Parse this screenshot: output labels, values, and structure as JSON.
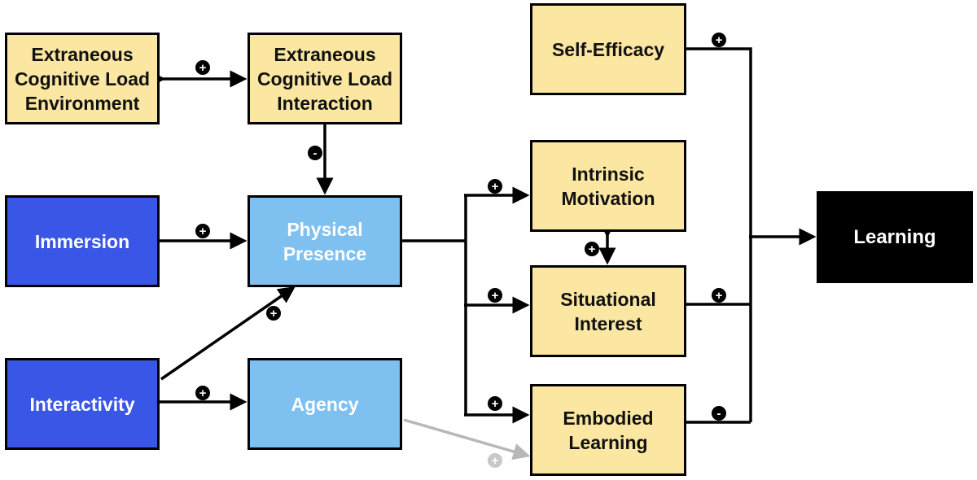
{
  "nodes": {
    "ecl_environment": "Extraneous\nCognitive Load\nEnvironment",
    "ecl_interaction": "Extraneous\nCognitive Load\nInteraction",
    "self_efficacy": "Self-Efficacy",
    "immersion": "Immersion",
    "physical_presence": "Physical\nPresence",
    "intrinsic_motivation": "Intrinsic\nMotivation",
    "situational_interest": "Situational\nInterest",
    "embodied_learning": "Embodied\nLearning",
    "learning": "Learning",
    "interactivity": "Interactivity",
    "agency": "Agency"
  },
  "edge_signs": {
    "ecl_env_ecl_int": "+",
    "ecl_int_presence": "-",
    "immersion_presence": "+",
    "interactivity_presence": "+",
    "interactivity_agency": "+",
    "presence_intrinsic": "+",
    "presence_situational": "+",
    "presence_embodied": "+",
    "intrinsic_situational": "+",
    "self_efficacy_learning": "+",
    "situational_learning": "+",
    "embodied_learning": "-",
    "agency_embodied": "+"
  },
  "colors": {
    "yellow": "#fbe7a1",
    "blue": "#3a56e6",
    "light_blue": "#7ec0f0",
    "black": "#000000",
    "gray_link": "#b8b8b8"
  }
}
